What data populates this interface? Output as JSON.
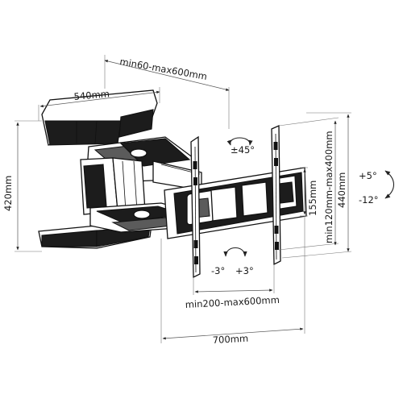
{
  "dimensions": {
    "arm_extension": "min60-max600mm",
    "arm_depth": "540mm",
    "wall_plate_height": "420mm",
    "swivel": "±45°",
    "tilt_up": "+5°",
    "tilt_down": "-12°",
    "rotation_left": "-3°",
    "rotation_right": "+3°",
    "crossbar_height": "155mm",
    "vertical_vesa": "min120mm-max400mm",
    "overall_height": "440mm",
    "horizontal_vesa": "min200-max600mm",
    "overall_width": "700mm"
  }
}
